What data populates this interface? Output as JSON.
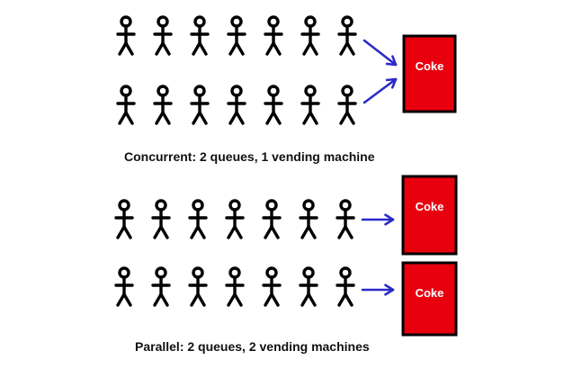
{
  "colors": {
    "person": "#000000",
    "arrow": "#2a2ac8",
    "machine_fill": "#e8000f",
    "machine_border": "#000000",
    "machine_text": "#ffffff",
    "caption_text": "#111111"
  },
  "icons": {
    "person": "stick-figure-icon",
    "arrow": "arrow-icon",
    "machine": "vending-machine-icon"
  },
  "concurrent": {
    "caption": "Concurrent: 2 queues, 1 vending machine",
    "queues": [
      {
        "people": 7
      },
      {
        "people": 7
      }
    ],
    "machines": [
      {
        "label": "Coke"
      }
    ]
  },
  "parallel": {
    "caption": "Parallel: 2 queues, 2 vending machines",
    "queues": [
      {
        "people": 7
      },
      {
        "people": 7
      }
    ],
    "machines": [
      {
        "label": "Coke"
      },
      {
        "label": "Coke"
      }
    ]
  }
}
